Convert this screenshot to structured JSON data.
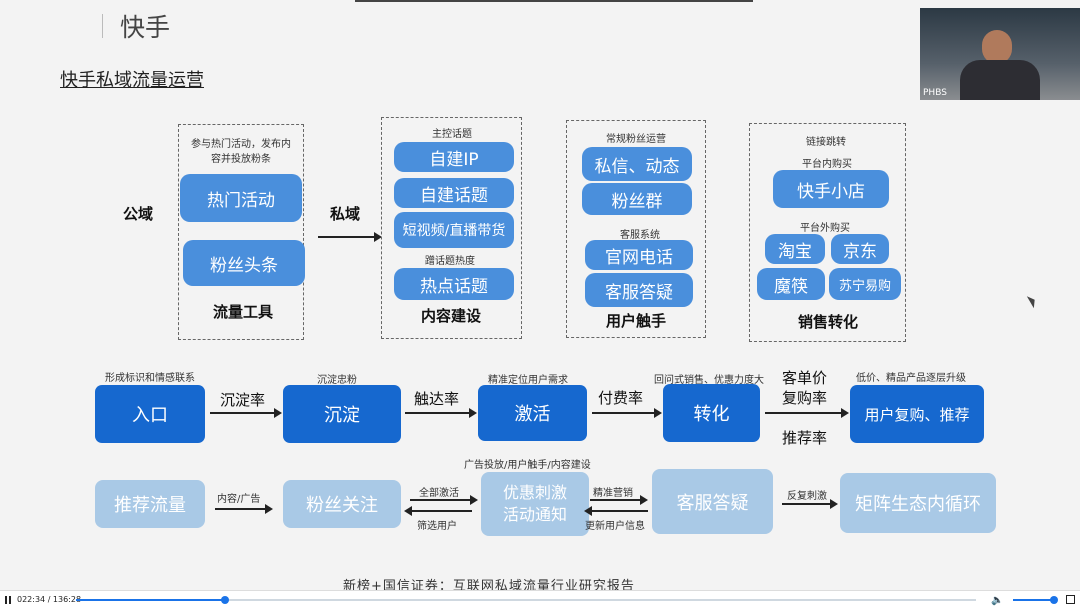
{
  "header": {
    "logo": "快手",
    "title": "快手私域流量运营"
  },
  "webcam": {
    "label": "PHBS"
  },
  "top": {
    "public_label": "公域",
    "private_label": "私域",
    "traffic": {
      "note": "参与热门活动，发布内容并投放粉条",
      "items": [
        "热门活动",
        "粉丝头条"
      ],
      "caption": "流量工具"
    },
    "content": {
      "topic_label": "主控话题",
      "items": [
        "自建IP",
        "自建话题",
        "短视频/直播带货"
      ],
      "hot_label": "蹭话题热度",
      "hot_item": "热点话题",
      "caption": "内容建设"
    },
    "user": {
      "ops_label": "常规粉丝运营",
      "ops_items": [
        "私信、动态",
        "粉丝群"
      ],
      "service_label": "客服系统",
      "service_items": [
        "官网电话",
        "客服答疑"
      ],
      "caption": "用户触手"
    },
    "sales": {
      "link_label": "链接跳转",
      "inplat_label": "平台内购买",
      "inplat_item": "快手小店",
      "outplat_label": "平台外购买",
      "outplat_items": [
        "淘宝",
        "京东",
        "魔筷",
        "苏宁易购"
      ],
      "caption": "销售转化"
    }
  },
  "flow": {
    "stages": [
      "入口",
      "沉淀",
      "激活",
      "转化",
      "用户复购、推荐"
    ],
    "above": [
      "形成标识和情感联系",
      "沉淀忠粉",
      "精准定位用户需求",
      "回问式销售、优惠力度大",
      "低价、精品产品逐层升级"
    ],
    "rates": [
      "沉淀率",
      "触达率",
      "付费率",
      "客单价",
      "复购率",
      "推荐率"
    ]
  },
  "bottom": {
    "boxes": [
      "推荐流量",
      "粉丝关注",
      "优惠刺激\n活动通知",
      "客服答疑",
      "矩阵生态内循环"
    ],
    "top_note": "广告投放/用户触手/内容建设",
    "labels": [
      "内容/广告",
      "全部激活",
      "筛选用户",
      "精准营销",
      "更新用户信息",
      "反复刺激"
    ]
  },
  "source": "新榜+国信证券：互联网私域流量行业研究报告",
  "player": {
    "time": "022:34 / 136:28"
  }
}
